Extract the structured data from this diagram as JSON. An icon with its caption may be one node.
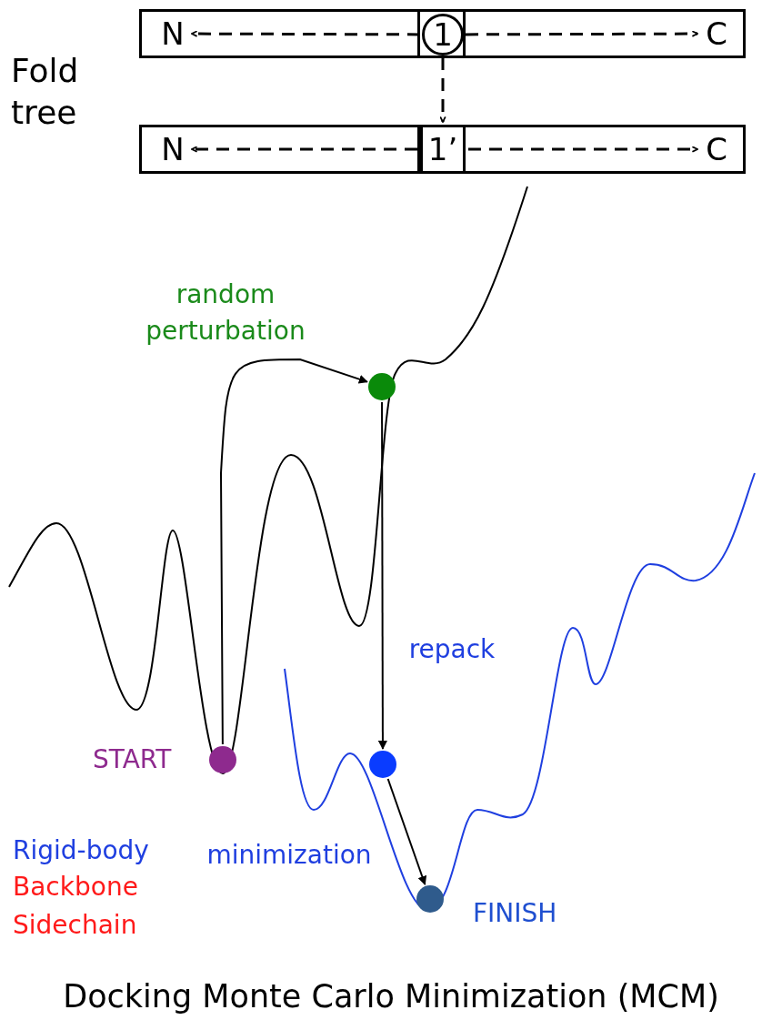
{
  "diagram": {
    "caption": "Docking Monte Carlo Minimization (MCM)",
    "nodes": [
      {
        "text": [],
        "shape": "bar"
      },
      {
        "text": [
          "N"
        ],
        "in": 0
      },
      {
        "text": [
          "1"
        ],
        "in": 0
      },
      {
        "text": [
          "C"
        ],
        "in": 0
      },
      {
        "text": [],
        "shape": "bar"
      },
      {
        "text": [
          "N"
        ],
        "in": 4
      },
      {
        "text": [
          "1’"
        ],
        "in": 4
      },
      {
        "text": [
          "C"
        ],
        "in": 4
      },
      {
        "text": [],
        "shape": "circle",
        "beside": [
          "START"
        ]
      },
      {
        "text": [],
        "shape": "circle"
      },
      {
        "text": [],
        "shape": "circle"
      },
      {
        "text": [],
        "shape": "circle",
        "beside": [
          "FINISH"
        ]
      }
    ],
    "edges": [
      {
        "from": 2,
        "to": 1,
        "arrow": "to",
        "style": "dashed"
      },
      {
        "from": 2,
        "to": 3,
        "arrow": "to",
        "style": "dashed"
      },
      {
        "from": 2,
        "to": 6,
        "arrow": "to",
        "style": "dashed"
      },
      {
        "from": 6,
        "to": 5,
        "arrow": "to",
        "style": "dashed"
      },
      {
        "from": 6,
        "to": 7,
        "arrow": "to",
        "style": "dashed"
      },
      {
        "from": 8,
        "to": 9,
        "arrow": "to",
        "label": "random perturbation"
      },
      {
        "from": 9,
        "to": 10,
        "arrow": "to",
        "label": "repack"
      },
      {
        "from": 10,
        "to": 11,
        "arrow": "to",
        "label": "minimization"
      }
    ],
    "labels": [
      "Fold tree",
      "Rigid-body",
      "Backbone",
      "Sidechain"
    ]
  }
}
